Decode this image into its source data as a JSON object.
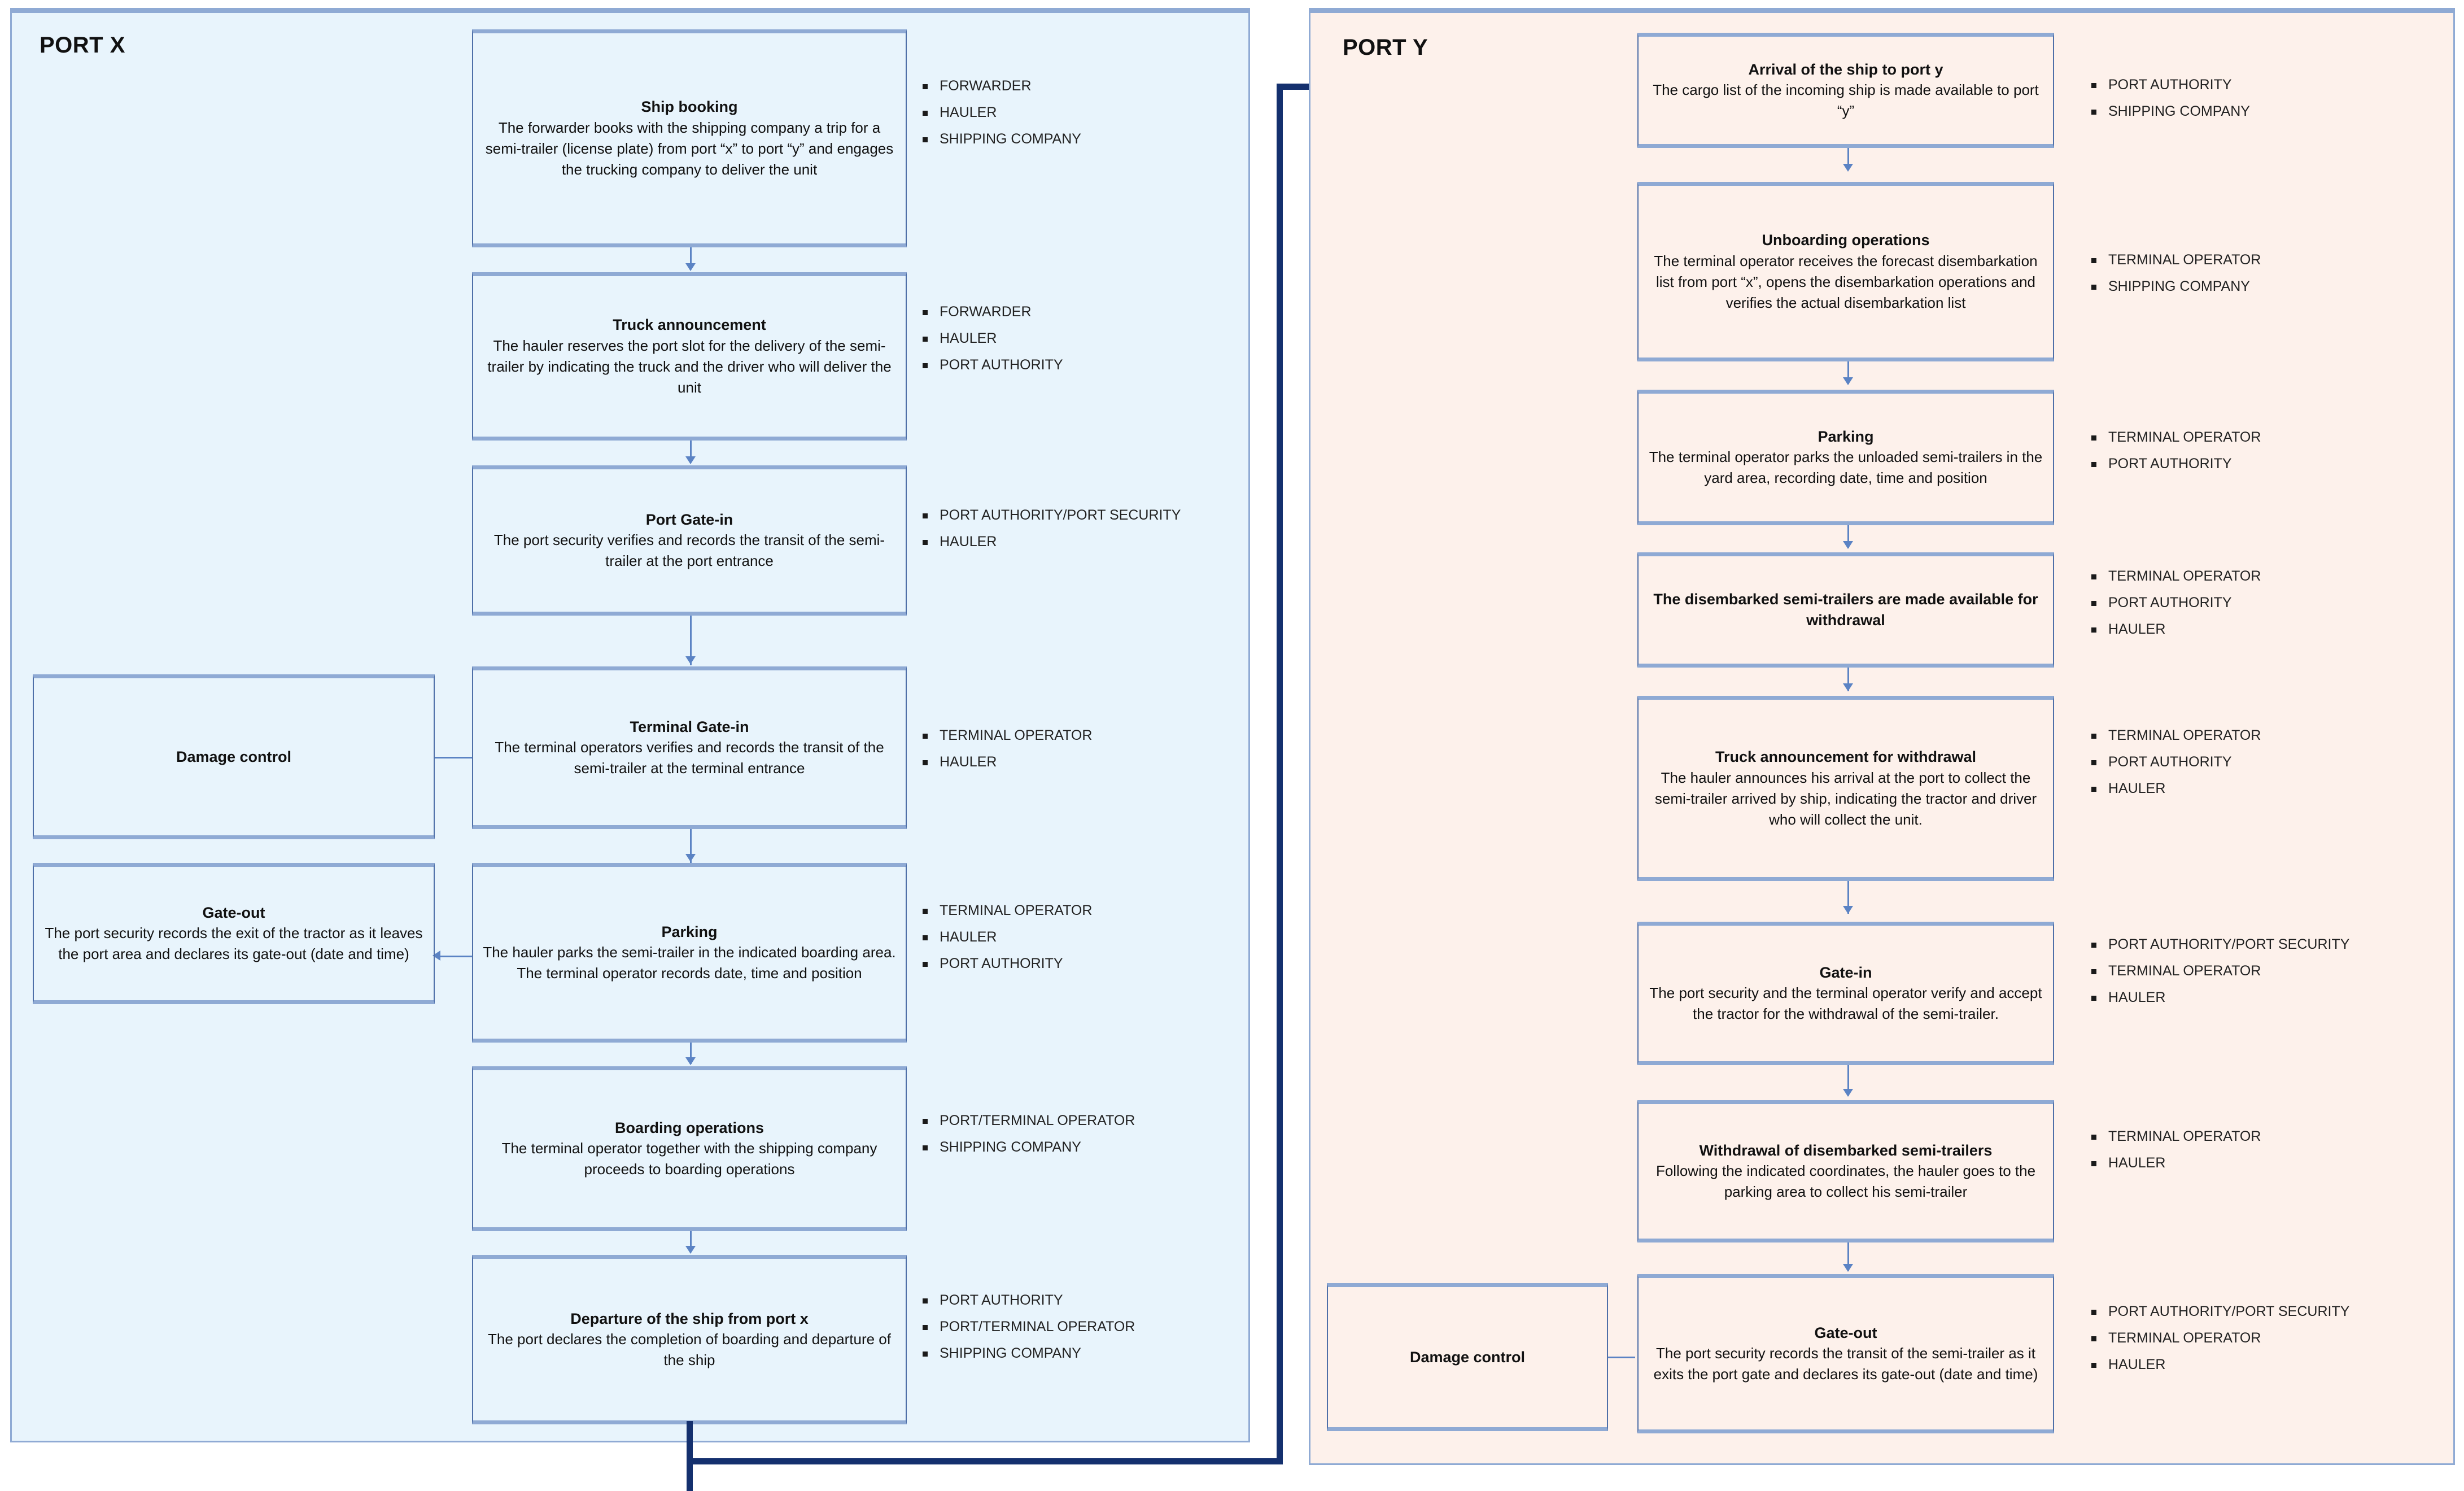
{
  "diagram": {
    "title_port_x": "PORT X",
    "title_port_y": "PORT Y",
    "colors": {
      "panel_x_bg": "#e8f4fc",
      "panel_y_bg": "#fdf1eb",
      "panel_border": "#8faad4",
      "box_border": "#4e6fa8",
      "connector": "#5b83c4",
      "inter_port_connector": "#14306e"
    }
  },
  "port_x": {
    "steps": [
      {
        "title": "Ship booking",
        "body": "The forwarder books with the shipping company a trip for a semi-trailer (license plate) from port “x” to port “y” and engages the trucking company to deliver the unit",
        "roles": [
          "FORWARDER",
          "HAULER",
          "SHIPPING COMPANY"
        ]
      },
      {
        "title": "Truck announcement",
        "body": "The hauler reserves the port slot for the delivery of the semi-trailer by indicating the truck and the driver who will deliver the unit",
        "roles": [
          "FORWARDER",
          "HAULER",
          "PORT AUTHORITY"
        ]
      },
      {
        "title": "Port Gate-in",
        "body": "The port security verifies and records the transit of the semi-trailer at the port entrance",
        "roles": [
          "PORT AUTHORITY/PORT SECURITY",
          "HAULER"
        ]
      },
      {
        "title": "Terminal Gate-in",
        "body": "The terminal operators verifies and records the transit of the semi-trailer at the terminal entrance",
        "roles": [
          "TERMINAL OPERATOR",
          "HAULER"
        ]
      },
      {
        "title": "Parking",
        "body": "The hauler parks the semi-trailer in the indicated boarding area. The terminal operator records date, time and position",
        "roles": [
          "TERMINAL OPERATOR",
          "HAULER",
          "PORT AUTHORITY"
        ]
      },
      {
        "title": "Boarding operations",
        "body": "The terminal operator together with the shipping company proceeds to boarding operations",
        "roles": [
          "PORT/TERMINAL OPERATOR",
          "SHIPPING COMPANY"
        ]
      },
      {
        "title": "Departure of the ship from port x",
        "body": "The port declares the completion of boarding and departure of the ship",
        "roles": [
          "PORT AUTHORITY",
          "PORT/TERMINAL OPERATOR",
          "SHIPPING COMPANY"
        ]
      }
    ],
    "damage_control": {
      "title": "Damage control"
    },
    "gate_out": {
      "title": "Gate-out",
      "body": "The port security records the exit of the tractor as it leaves the port area and declares its gate-out (date and time)"
    }
  },
  "port_y": {
    "steps": [
      {
        "title": "Arrival of the ship to port y",
        "body": "The cargo list of the incoming ship is made available to port “y”",
        "roles": [
          "PORT AUTHORITY",
          "SHIPPING COMPANY"
        ]
      },
      {
        "title": "Unboarding operations",
        "body": "The terminal operator receives the forecast disembarkation list from port “x”, opens the disembarkation operations and verifies the actual disembarkation list",
        "roles": [
          "TERMINAL OPERATOR",
          "SHIPPING COMPANY"
        ]
      },
      {
        "title": "Parking",
        "body": "The terminal operator parks the unloaded semi-trailers in the yard area, recording date, time and position",
        "roles": [
          "TERMINAL OPERATOR",
          "PORT AUTHORITY"
        ]
      },
      {
        "title": "The disembarked semi-trailers are made available for withdrawal",
        "body": "",
        "roles": [
          "TERMINAL OPERATOR",
          "PORT AUTHORITY",
          "HAULER"
        ]
      },
      {
        "title": "Truck announcement for withdrawal",
        "body": "The hauler announces his arrival at the port to collect the semi-trailer arrived by ship, indicating the tractor and driver who will collect the unit.",
        "roles": [
          "TERMINAL OPERATOR",
          "PORT AUTHORITY",
          "HAULER"
        ]
      },
      {
        "title": "Gate-in",
        "body": "The port security and the terminal operator verify and accept the tractor for the withdrawal of the semi-trailer.",
        "roles": [
          "PORT AUTHORITY/PORT SECURITY",
          "TERMINAL OPERATOR",
          "HAULER"
        ]
      },
      {
        "title": "Withdrawal of disembarked semi-trailers",
        "body": "Following the indicated coordinates, the hauler goes to the parking area to collect his semi-trailer",
        "roles": [
          "TERMINAL OPERATOR",
          "HAULER"
        ]
      },
      {
        "title": "Gate-out",
        "body": "The port security records the transit of the semi-trailer as it exits the port gate and declares its gate-out (date and time)",
        "roles": [
          "PORT AUTHORITY/PORT SECURITY",
          "TERMINAL OPERATOR",
          "HAULER"
        ]
      }
    ],
    "damage_control": {
      "title": "Damage control"
    }
  }
}
